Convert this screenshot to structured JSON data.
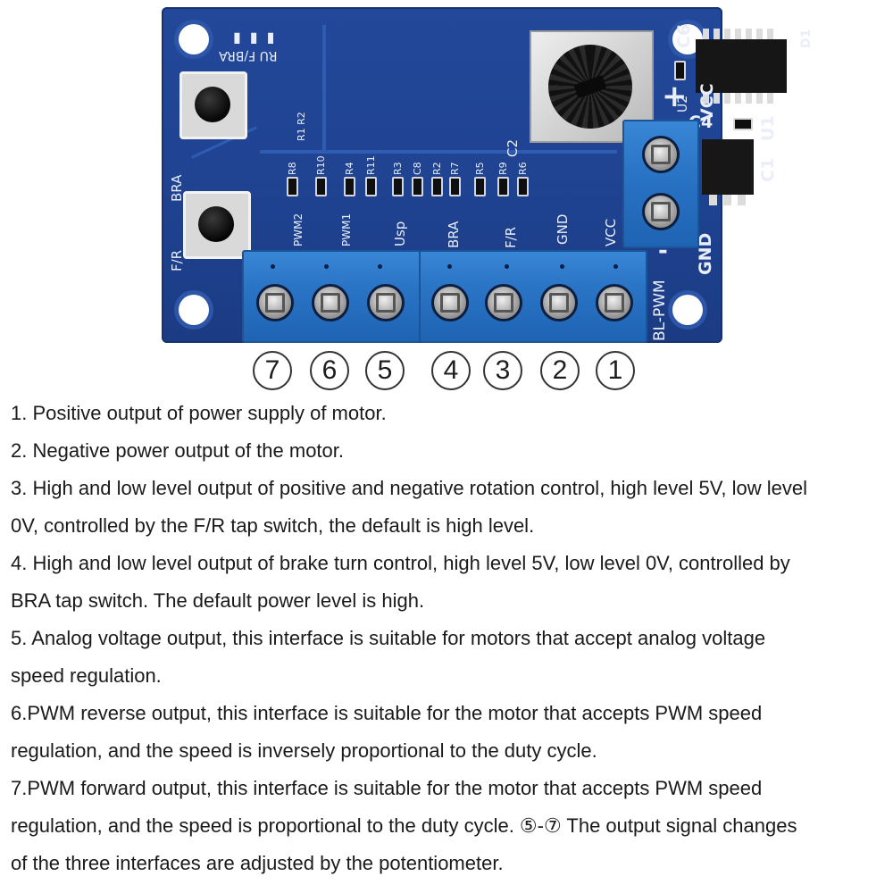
{
  "board": {
    "labels": {
      "ru_fbra": "RU F/BRA",
      "bra": "BRA",
      "fr": "F/R",
      "vcc_plus": "+",
      "vcc": "VCC",
      "minus": "-",
      "gnd_side": "GND",
      "bl_pwm": "BL-PWM",
      "c6": "C6",
      "d1": "D1",
      "u2": "U2",
      "c4": "C4",
      "u1": "U1",
      "c1": "C1",
      "c2": "C2",
      "r1_r2": "R1 R2",
      "r8": "R8",
      "r10": "R10",
      "r4": "R4",
      "r11": "R11",
      "r3": "R3",
      "c8": "C8",
      "r2b": "R2",
      "r7": "R7",
      "r5": "R5",
      "r9": "R9",
      "r6": "R6",
      "pin_pwm2": "PWM2",
      "pin_pwm1": "PWM1",
      "pin_usp": "Usp",
      "pin_bra": "BRA",
      "pin_fr": "F/R",
      "pin_gnd": "GND",
      "pin_vcc": "VCC"
    }
  },
  "terminal_numbers": [
    "7",
    "6",
    "5",
    "4",
    "3",
    "2",
    "1"
  ],
  "description": [
    "1. Positive output of power supply of motor.",
    "2. Negative power output of the motor.",
    "3. High and low level output of positive and negative rotation control, high level 5V, low level",
    "0V, controlled by the F/R tap switch, the default is high level.",
    "4. High and low level output of brake turn control, high level 5V, low level 0V, controlled by",
    "BRA tap switch. The default power level is high.",
    "5. Analog voltage output, this interface is suitable for motors that accept analog voltage",
    "speed regulation.",
    "6.PWM reverse output, this interface is suitable for the motor that accepts PWM speed",
    "regulation, and the speed is inversely proportional to the duty cycle.",
    "7.PWM forward output, this interface is suitable for the motor that accepts PWM speed",
    "regulation, and the speed is proportional to the duty cycle. ⑤-⑦ The output signal changes",
    "of the three interfaces are adjusted by the potentiometer."
  ]
}
